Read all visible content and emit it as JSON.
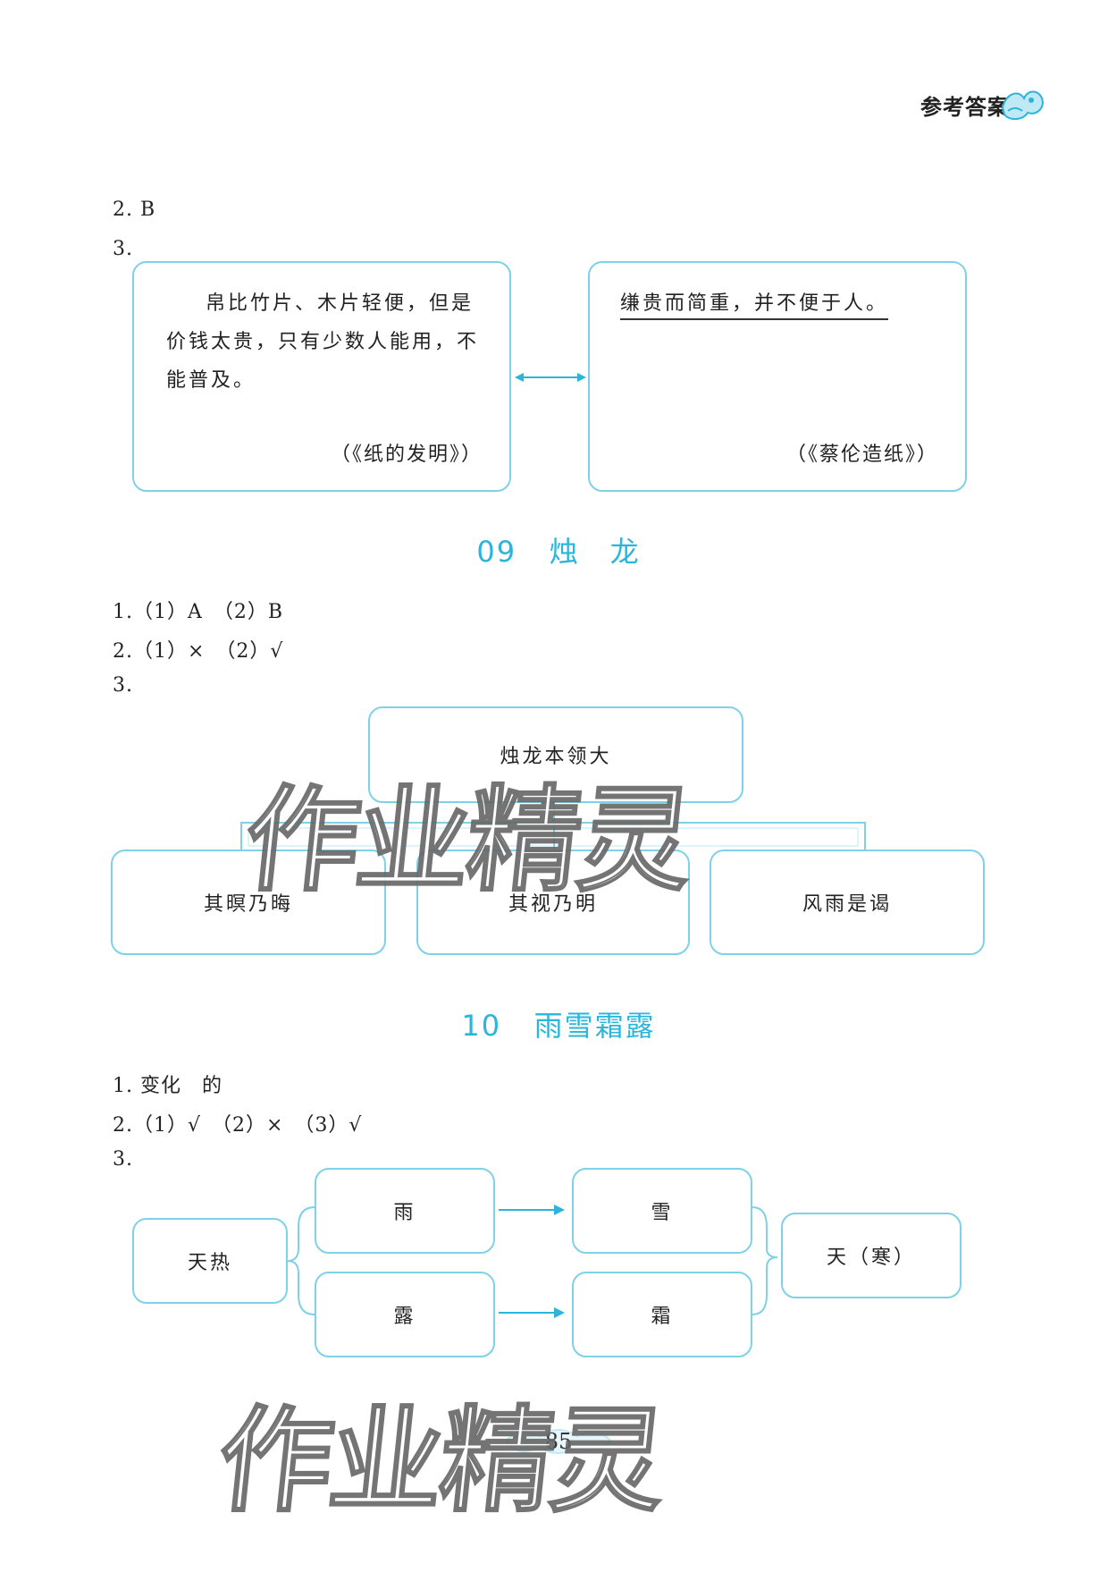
{
  "header": {
    "title": "参考答案"
  },
  "section08": {
    "q2": "2. B",
    "q3": "3.",
    "box_left": {
      "text": "帛比竹片、木片轻便，但是价钱太贵，只有少数人能用，不能普及。",
      "source": "（《纸的发明》）"
    },
    "box_right": {
      "text": "缣贵而简重，并不便于人。",
      "source": "（《蔡伦造纸》）"
    }
  },
  "section09": {
    "num": "09",
    "title": "烛　龙",
    "q1": "1.（1）A　（2）B",
    "q2": "2.（1）×　（2）√",
    "q3": "3.",
    "top": "烛龙本领大",
    "children": [
      "其暝乃晦",
      "其视乃明",
      "风雨是谒"
    ]
  },
  "section10": {
    "num": "10",
    "title": "雨雪霜露",
    "q1": "1. 变化　的",
    "q2": "2.（1）√　（2）×　（3）√",
    "q3": "3.",
    "left": "天热",
    "top_pair": [
      "雨",
      "雪"
    ],
    "bottom_pair": [
      "露",
      "霜"
    ],
    "right": "天（寒）"
  },
  "watermark": "作业精灵",
  "page_number": "85",
  "colors": {
    "accent": "#2bb5da",
    "box_border": "#7fd1e8"
  }
}
